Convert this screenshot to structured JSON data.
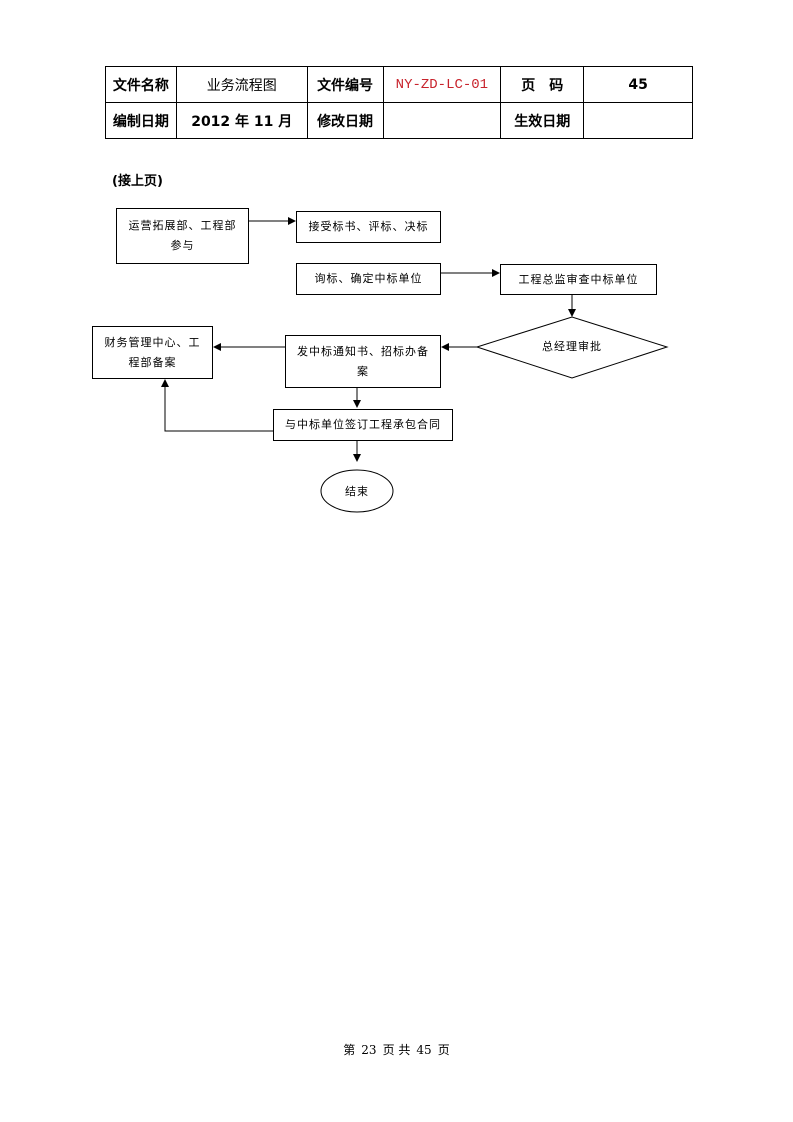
{
  "header": {
    "file_name_label": "文件名称",
    "file_name_value": "业务流程图",
    "file_no_label": "文件编号",
    "file_no_value": "NY-ZD-LC-01",
    "page_label": "页　码",
    "page_value": "45",
    "compile_date_label": "编制日期",
    "compile_date_value": "2012 年 11 月",
    "revise_date_label": "修改日期",
    "revise_date_value": "",
    "effective_date_label": "生效日期",
    "effective_date_value": ""
  },
  "continued_label": "(接上页)",
  "flow": {
    "ops_dept": "运营拓展部、工程部参与",
    "accept_bid": "接受标书、评标、决标",
    "inquiry": "询标、确定中标单位",
    "chief_review": "工程总监审查中标单位",
    "gm_approval": "总经理审批",
    "issue_notice": "发中标通知书、招标办备案",
    "finance_record": "财务管理中心、工程部备案",
    "sign_contract": "与中标单位签订工程承包合同",
    "end": "结束"
  },
  "footer": {
    "page_prefix": "第",
    "current_page": "23",
    "page_mid": "页 共",
    "total_pages": "45",
    "page_suffix": "页"
  }
}
